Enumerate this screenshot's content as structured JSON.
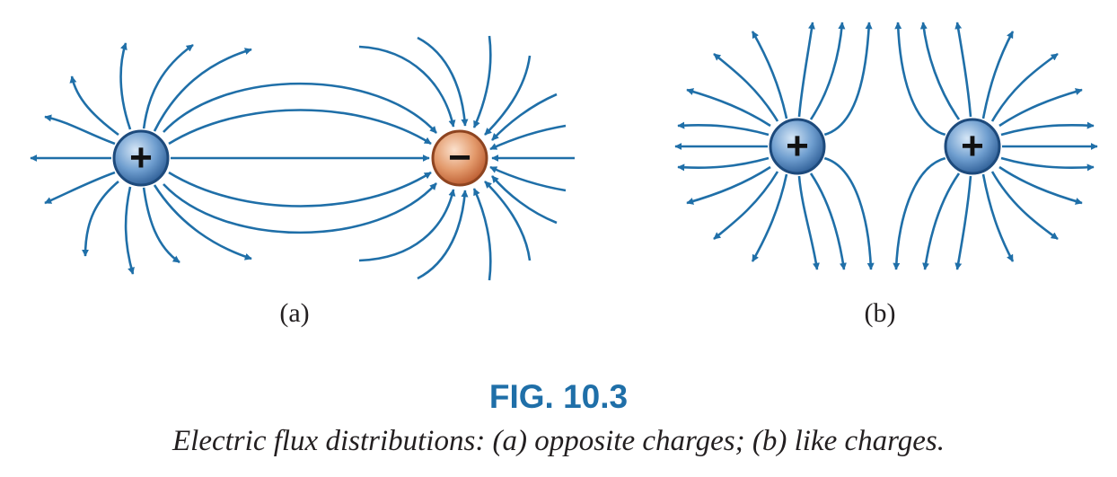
{
  "colors": {
    "field_line": "#1f6fa8",
    "positive_charge": "#2e6aa6",
    "negative_charge": "#c96a3a",
    "fig_number": "#1f6fa8",
    "text": "#231f20"
  },
  "panels": [
    {
      "label": "(a)",
      "charges": [
        {
          "sign": "+",
          "symbol": "plus-icon"
        },
        {
          "sign": "−",
          "symbol": "minus-icon"
        }
      ]
    },
    {
      "label": "(b)",
      "charges": [
        {
          "sign": "+",
          "symbol": "plus-icon"
        },
        {
          "sign": "+",
          "symbol": "plus-icon"
        }
      ]
    }
  ],
  "figure": {
    "number": "FIG. 10.3",
    "caption": "Electric flux distributions: (a) opposite charges; (b) like charges."
  }
}
